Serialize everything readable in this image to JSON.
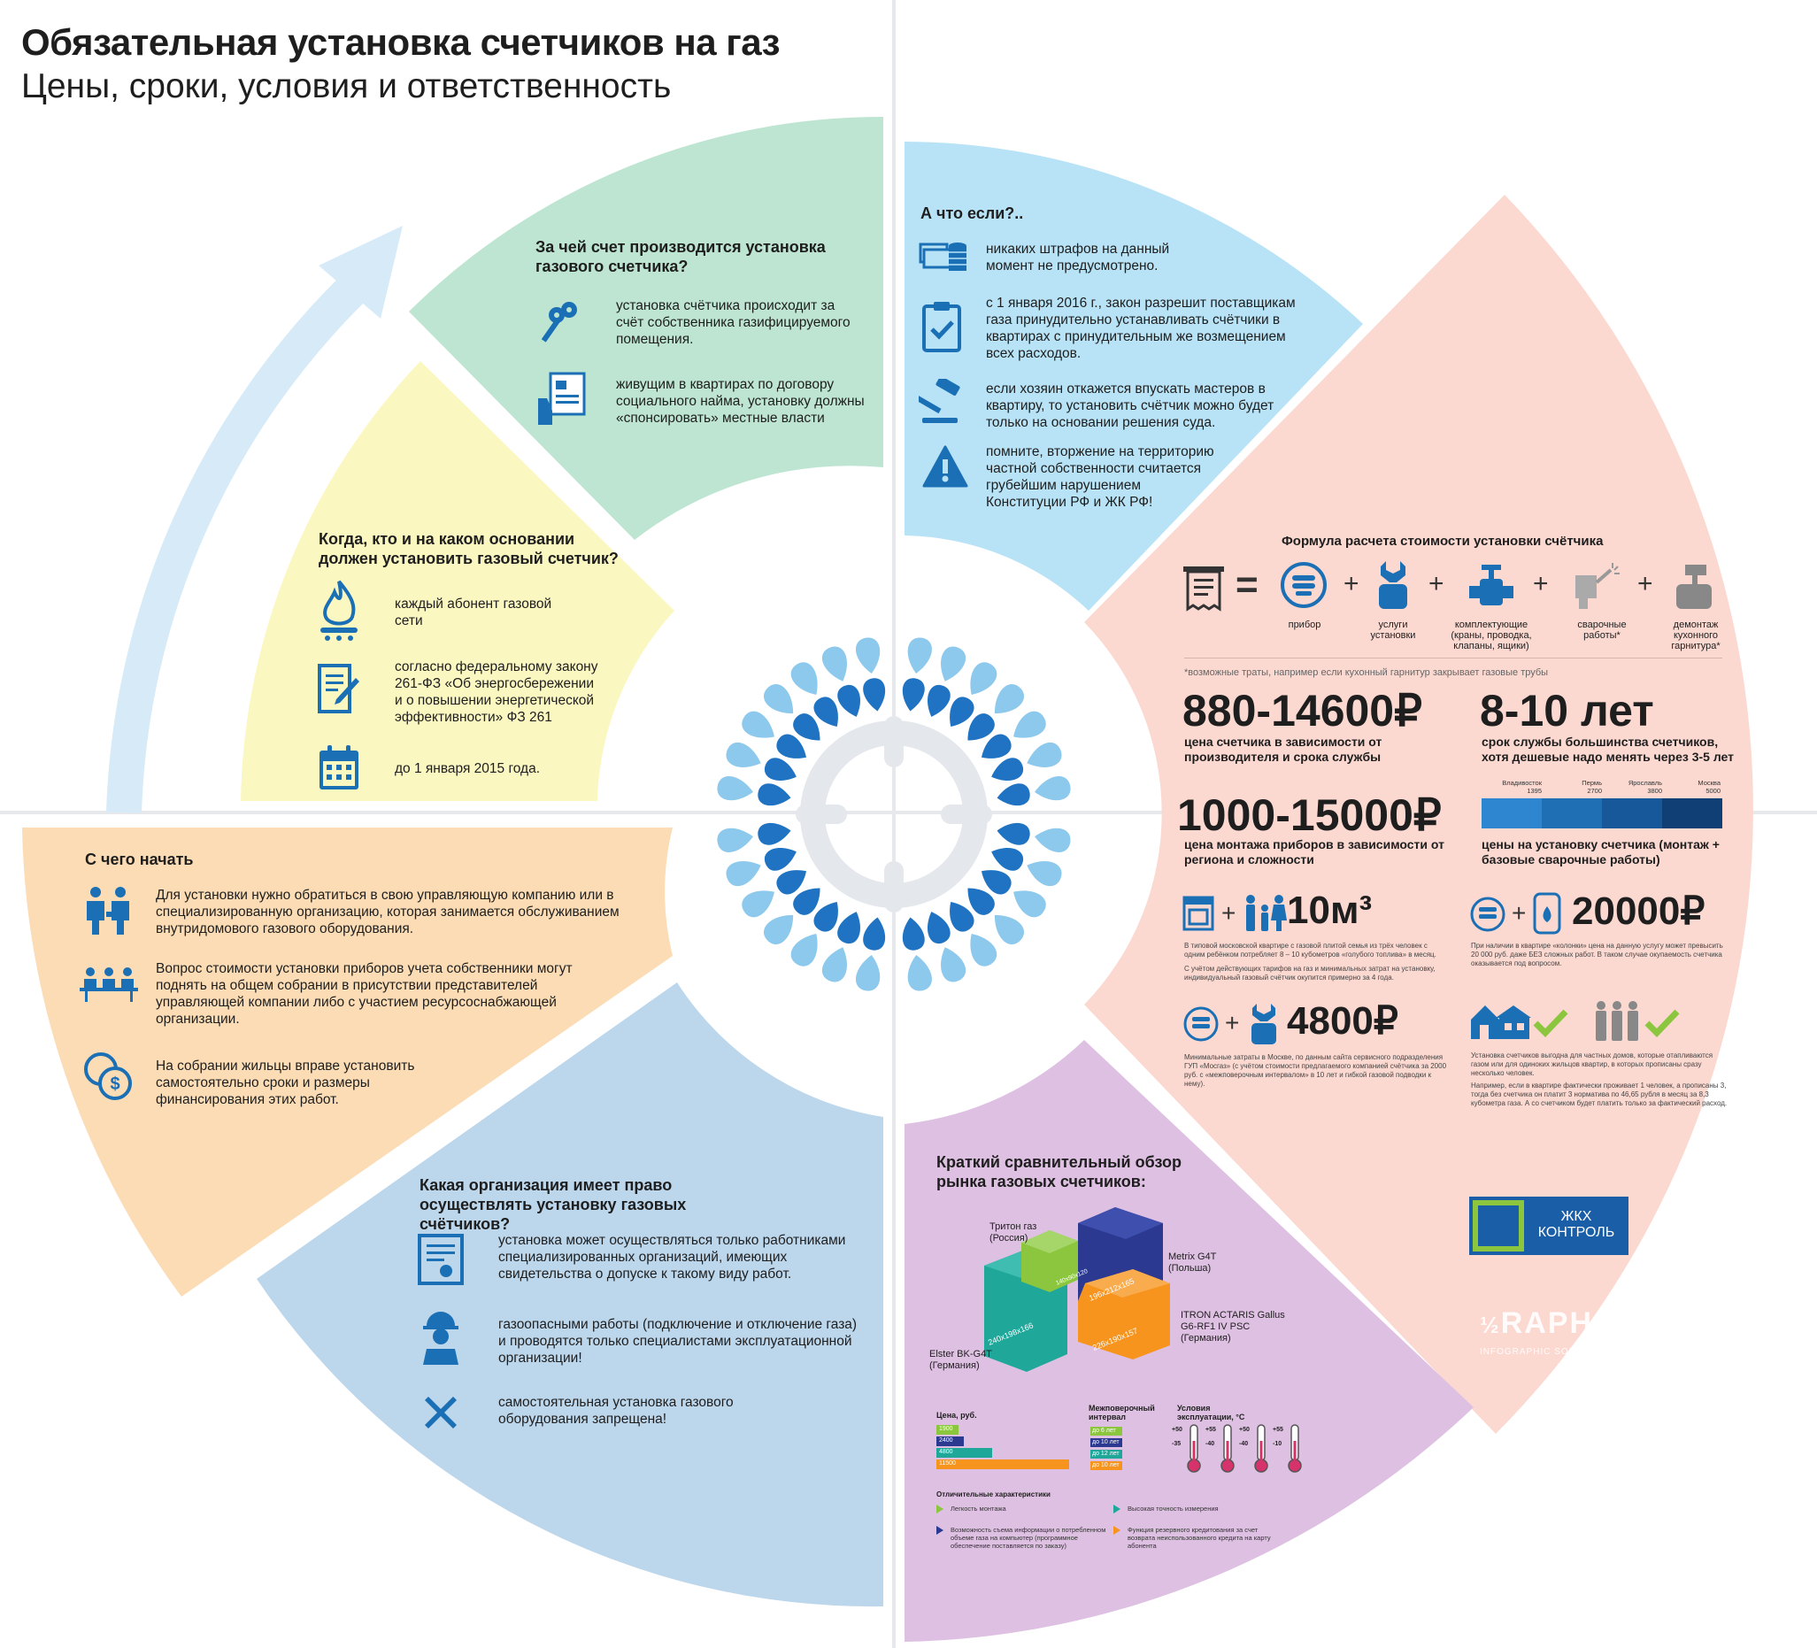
{
  "header": {
    "title": "Обязательная установка счетчиков на газ",
    "subtitle": "Цены, сроки, условия и ответственность"
  },
  "sections": {
    "green": {
      "heading": "За чей счет производится установка газового счетчика?",
      "items": [
        {
          "icon": "keys-icon",
          "text": "установка счётчика происходит за счёт собственника газифицируемого помещения."
        },
        {
          "icon": "contract-icon",
          "text": "живущим в квартирах по договору социального найма, установку должны «спонсировать» местные власти"
        }
      ]
    },
    "yellow": {
      "heading": "Когда, кто и на каком основании должен установить газовый счетчик?",
      "items": [
        {
          "icon": "gas-flame-icon",
          "text": "каждый абонент газовой сети"
        },
        {
          "icon": "document-pen-icon",
          "text": "согласно федеральному закону 261-ФЗ «Об энергосбережении и о повышении энергетической эффективности» ФЗ 261"
        },
        {
          "icon": "calendar-icon",
          "text": "до 1 января 2015 года."
        }
      ]
    },
    "orange": {
      "heading": "С чего начать",
      "items": [
        {
          "icon": "people-icon",
          "text": "Для установки нужно обратиться в свою управляющую компанию или в специализированную организацию, которая занимается обслуживанием внутридомового газового оборудования."
        },
        {
          "icon": "meeting-icon",
          "text": "Вопрос стоимости установки приборов учета собственники могут поднять на общем собрании в присутствии представителей управляющей компании либо с участием ресурсоснабжающей организации."
        },
        {
          "icon": "coins-dollar-icon",
          "text": "На собрании жильцы вправе установить самостоятельно сроки и размеры финансирования этих работ."
        }
      ]
    },
    "blue": {
      "heading": "Какая организация имеет право осуществлять установку газовых счётчиков?",
      "items": [
        {
          "icon": "certificate-icon",
          "text": "установка может осуществляться только работниками специализированных организаций, имеющих свидетельства о допуске к такому виду работ."
        },
        {
          "icon": "worker-icon",
          "text": "газоопасными работы (подключение и отключение газа) и проводятся только специалистами эксплуатационной организации!"
        },
        {
          "icon": "cross-icon",
          "text": "самостоятельная установка газового оборудования запрещена!"
        }
      ]
    },
    "cyan": {
      "heading": "А что если?..",
      "items": [
        {
          "icon": "money-stack-icon",
          "text": "никаких штрафов на данный момент не предусмотрено."
        },
        {
          "icon": "clipboard-check-icon",
          "text": "с 1 января 2016 г., закон разрешит поставщикам газа принудительно устанавливать счётчики в квартирах с принудительным же возмещением всех расходов."
        },
        {
          "icon": "gavel-icon",
          "text": "если хозяин откажется впускать мастеров в квартиру, то установить счётчик можно будет только на основании решения суда."
        },
        {
          "icon": "warning-icon",
          "text": "помните, вторжение на территорию частной собственности считается грубейшим нарушением Конституции РФ и ЖК РФ!"
        }
      ]
    }
  },
  "formula": {
    "heading": "Формула расчета стоимости установки счётчика",
    "items": [
      "прибор",
      "услуги установки",
      "комплектующие (краны, проводка, клапаны, ящики)",
      "сварочные работы*",
      "демонтаж кухонного гарнитура*"
    ],
    "footnote": "*возможные траты, например если кухонный гарнитур закрывает газовые трубы"
  },
  "stats": {
    "price_meter": {
      "value": "880-14600₽",
      "caption": "цена счетчика в зависимости от производителя и срока службы"
    },
    "lifetime": {
      "value": "8-10 лет",
      "caption": "срок службы большинства счетчиков, хотя дешевые надо менять через 3-5 лет"
    },
    "price_install": {
      "value": "1000-15000₽",
      "caption": "цена монтажа приборов в зависимости от региона и сложности"
    },
    "region_bar": {
      "caption": "цены на установку счетчика (монтаж + базовые сварочные работы)",
      "cities": [
        {
          "name": "Владивосток",
          "value": "1395",
          "color": "#2e86d1"
        },
        {
          "name": "Пермь",
          "value": "2700",
          "color": "#1f6fb5"
        },
        {
          "name": "Ярославль",
          "value": "3800",
          "color": "#17589a"
        },
        {
          "name": "Москва",
          "value": "5000",
          "color": "#0f3f74"
        }
      ]
    },
    "gas_volume": {
      "value": "10м³",
      "note1": "В типовой московской квартире с газовой плитой семья из трёх человек с одним ребёнком потребляет 8 – 10 кубометров «голубого топлива» в месяц.",
      "note2": "С учётом действующих тарифов на газ и минимальных затрат на установку, индивидуальный газовый счётчик окупится примерно за 4 года."
    },
    "column_cost": {
      "value": "20000₽",
      "note": "При наличии в квартире «колонки» цена на данную услугу может превысить 20 000 руб. даже БЕЗ сложных работ. В таком случае окупаемость счетчика оказывается под вопросом."
    },
    "min_cost": {
      "value": "4800₽",
      "note": "Минимальные затраты в Москве, по данным сайта сервисного подразделения ГУП «Мосгаз» (с учётом стоимости предлагаемого компанией счётчика за 2000 руб. с «межповерочным интервалом» в 10 лет и гибкой газовой подводки к нему)."
    },
    "benefit": {
      "note1": "Установка счетчиков выгодна для частных домов, которые отапливаются газом или для одиноких жильцов квартир, в которых прописаны сразу несколько человек.",
      "note2": "Например, если в квартире фактически проживает 1 человек, а прописаны 3, тогда без счетчика он платит 3 норматива по 46,65 рубля в месяц за 8,3 кубометра газа. А со счетчиком будет платить только за фактический расход."
    }
  },
  "market": {
    "heading": "Краткий сравнительный обзор рынка газовых счетчиков:",
    "products": [
      {
        "name": "Тритон газ",
        "country": "(Россия)",
        "dims": "140х90х120"
      },
      {
        "name": "Metrix G4T",
        "country": "(Польша)",
        "dims": "196х212х165"
      },
      {
        "name": "ITRON ACTARIS Gallus G6-RF1 IV PSC",
        "country": "(Германия)",
        "dims": "226х190х157"
      },
      {
        "name": "Elster BK-G4T",
        "country": "(Германия)",
        "dims": "240х198х166"
      }
    ],
    "price_label": "Цена, руб.",
    "interval_label": "Межповерочный интервал",
    "conditions_label": "Условия эксплуатации, °С",
    "prices": [
      {
        "value": 1900,
        "label": "1900",
        "color": "#8cc63f"
      },
      {
        "value": 2400,
        "label": "2400",
        "color": "#2b3990"
      },
      {
        "value": 4800,
        "label": "4800",
        "color": "#1fa79a"
      },
      {
        "value": 11500,
        "label": "11500",
        "color": "#f7941d"
      }
    ],
    "intervals": [
      {
        "label": "до 6 лет",
        "color": "#8cc63f"
      },
      {
        "label": "до 10 лет",
        "color": "#2b3990"
      },
      {
        "label": "до 12 лет",
        "color": "#1fa79a"
      },
      {
        "label": "до 10 лет",
        "color": "#f7941d"
      }
    ],
    "temps": [
      {
        "hi": "+50",
        "lo": "-35"
      },
      {
        "hi": "+55",
        "lo": "-40"
      },
      {
        "hi": "+50",
        "lo": "-40"
      },
      {
        "hi": "+55",
        "lo": "-10"
      }
    ],
    "features_label": "Отличительные характеристики",
    "features": [
      {
        "text": "Легкость монтажа",
        "color": "#8cc63f"
      },
      {
        "text": "Высокая точность измерения",
        "color": "#1fa79a"
      },
      {
        "text": "Возможность съема информации о потребленном объеме газа на компьютер (программное обеспечение поставляется по заказу)",
        "color": "#2b3990"
      },
      {
        "text": "Функция резервного кредитования за счет возврата неиспользованного кредита на карту абонента",
        "color": "#f7941d"
      }
    ]
  },
  "logos": {
    "zhkh_line1": "ЖКХ",
    "zhkh_line2": "КОНТРОЛЬ",
    "graph_name": "RAPH",
    "graph_tagline": "INFOGRAPHIC SOLUTIONS"
  },
  "colors": {
    "green": "#bde5d2",
    "yellow": "#fbf7c1",
    "orange": "#fbdcb5",
    "blue": "#bcd6ec",
    "cyan": "#b8e3f6",
    "pink": "#fbd9d1",
    "purple": "#dec0e2",
    "arrow": "#d6ebf7",
    "accent": "#1a6fb5",
    "petal_dark": "#1f73c2",
    "petal_light": "#8dc9ec"
  }
}
